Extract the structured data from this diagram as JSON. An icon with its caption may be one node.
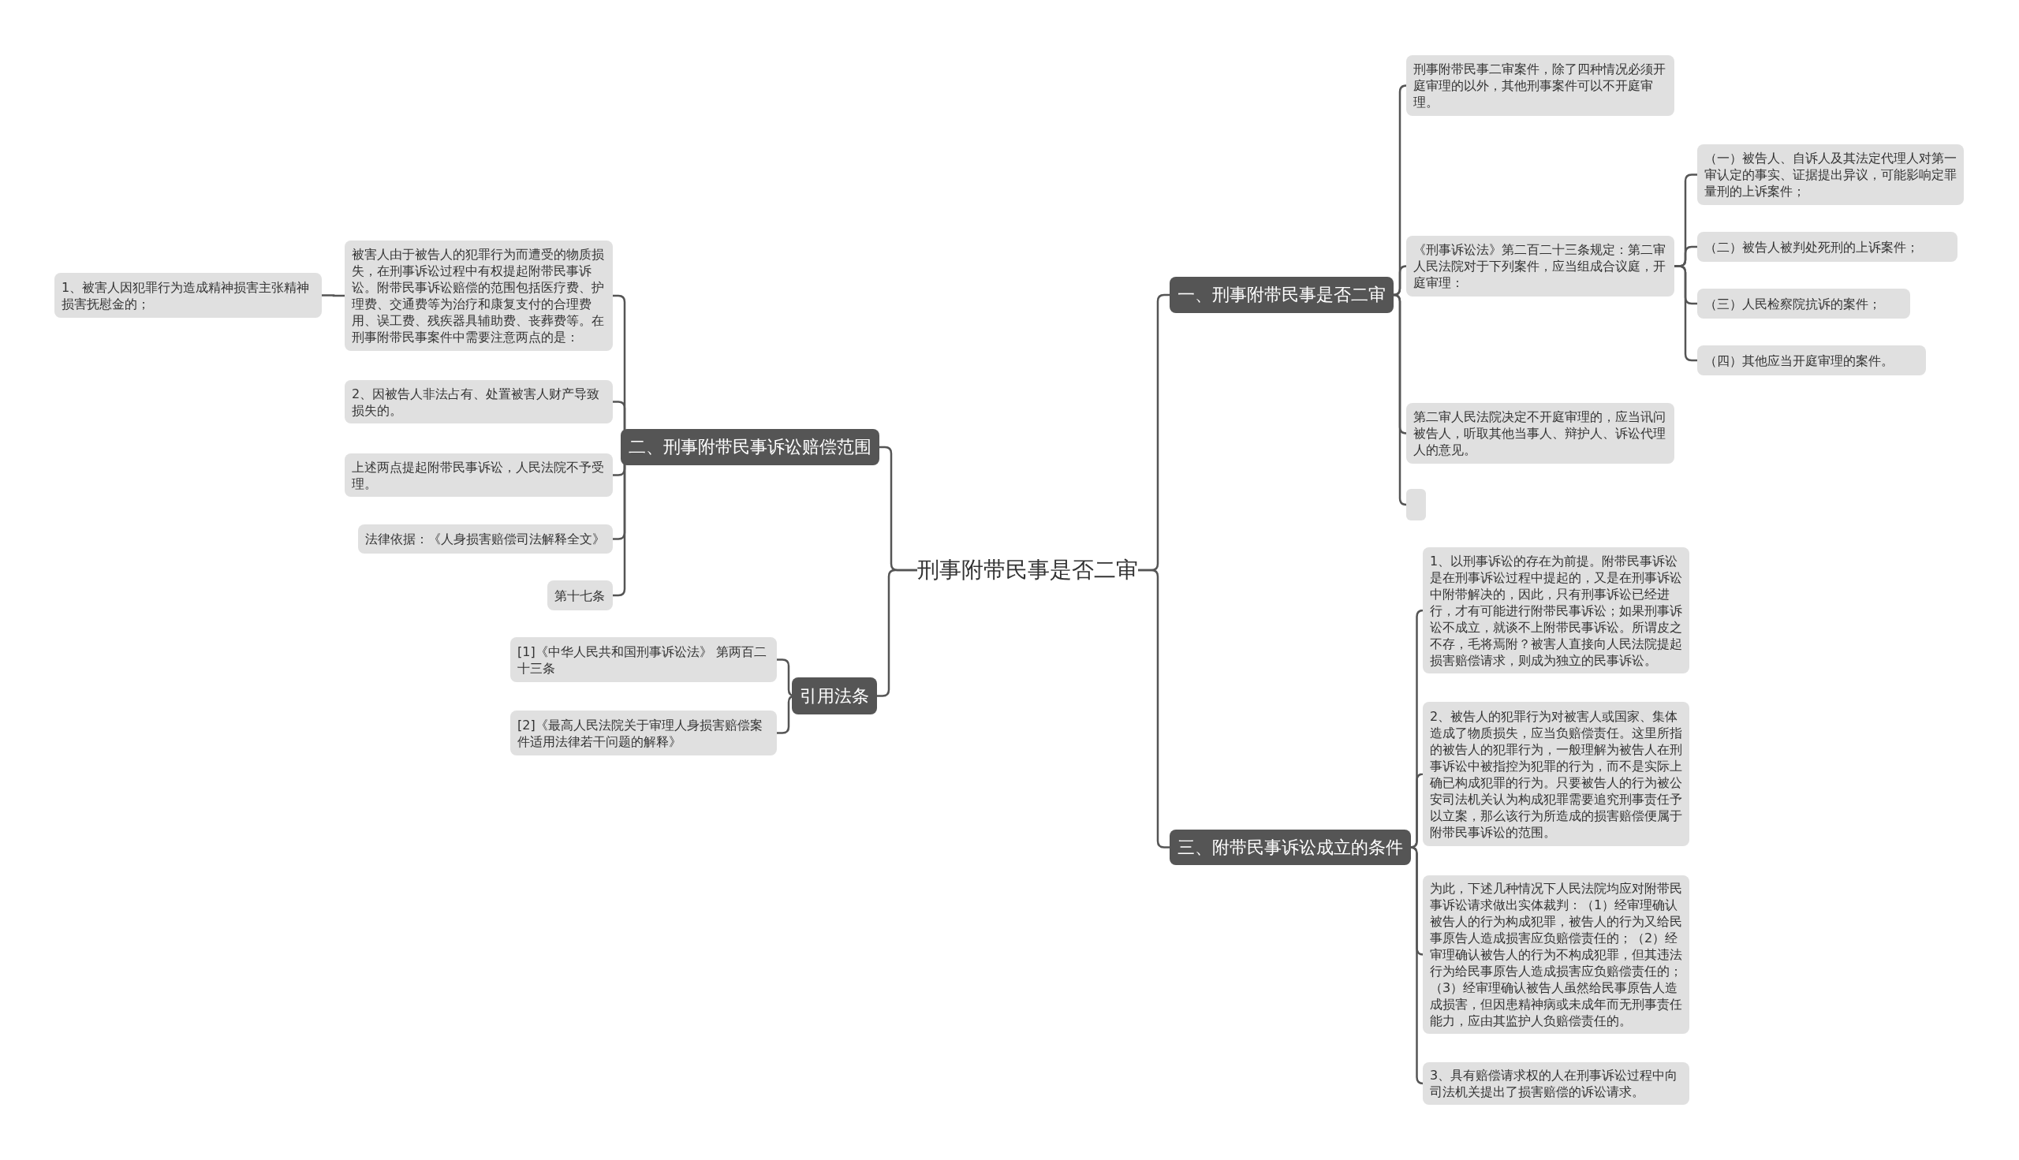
{
  "diagram": {
    "nodes": [
      {
        "text": [
          "刑事附带民事是否二审"
        ]
      },
      {
        "text": [
          "一、刑事附带民事是否二审"
        ]
      },
      {
        "text": [
          "刑事附带民事二审案件，除了四种情况必须开庭审理的以外，其他刑事案件可以不开庭审理。"
        ]
      },
      {
        "text": [
          "《刑事诉讼法》第二百二十三条规定：第二审人民法院对于下列案件，应当组成合议庭，开庭审理："
        ]
      },
      {
        "text": [
          "（一）被告人、自诉人及其法定代理人对第一审认定的事实、证据提出异议，可能影响定罪量刑的上诉案件；"
        ]
      },
      {
        "text": [
          "（二）被告人被判处死刑的上诉案件；"
        ]
      },
      {
        "text": [
          "（三）人民检察院抗诉的案件；"
        ]
      },
      {
        "text": [
          "（四）其他应当开庭审理的案件。"
        ]
      },
      {
        "text": [
          "第二审人民法院决定不开庭审理的，应当讯问被告人，听取其他当事人、辩护人、诉讼代理人的意见。"
        ]
      },
      {
        "text": [],
        "shape": "box"
      },
      {
        "text": [
          "三、附带民事诉讼成立的条件"
        ]
      },
      {
        "text": [
          "1、以刑事诉讼的存在为前提。附带民事诉讼是在刑事诉讼过程中提起的，又是在刑事诉讼中附带解决的，因此，只有刑事诉讼已经进行，才有可能进行附带民事诉讼；如果刑事诉讼不成立，就谈不上附带民事诉讼。所谓皮之不存，毛将焉附？被害人直接向人民法院提起损害赔偿请求，则成为独立的民事诉讼。"
        ]
      },
      {
        "text": [
          "2、被告人的犯罪行为对被害人或国家、集体造成了物质损失，应当负赔偿责任。这里所指的被告人的犯罪行为，一般理解为被告人在刑事诉讼中被指控为犯罪的行为，而不是实际上确已构成犯罪的行为。只要被告人的行为被公安司法机关认为构成犯罪需要追究刑事责任予以立案，那么该行为所造成的损害赔偿便属于附带民事诉讼的范围。"
        ]
      },
      {
        "text": [
          "为此，下述几种情况下人民法院均应对附带民事诉讼请求做出实体裁判：（1）经审理确认被告人的行为构成犯罪，被告人的行为又给民事原告人造成损害应负赔偿责任的；（2）经审理确认被告人的行为不构成犯罪，但其违法行为给民事原告人造成损害应负赔偿责任的；（3）经审理确认被告人虽然给民事原告人造成损害，但因患精神病或未成年而无刑事责任能力，应由其监护人负赔偿责任的。"
        ]
      },
      {
        "text": [
          "3、具有赔偿请求权的人在刑事诉讼过程中向司法机关提出了损害赔偿的诉讼请求。"
        ]
      },
      {
        "text": [
          "二、刑事附带民事诉讼赔偿范围"
        ]
      },
      {
        "text": [
          "被害人由于被告人的犯罪行为而遭受的物质损失，在刑事诉讼过程中有权提起附带民事诉讼。附带民事诉讼赔偿的范围包括医疗费、护理费、交通费等为治疗和康复支付的合理费用、误工费、残疾器具辅助费、丧葬费等。在刑事附带民事案件中需要注意两点的是："
        ]
      },
      {
        "text": [
          "1、被害人因犯罪行为造成精神损害主张精神损害抚慰金的；"
        ]
      },
      {
        "text": [
          "2、因被告人非法占有、处置被害人财产导致损失的。"
        ]
      },
      {
        "text": [
          "上述两点提起附带民事诉讼，人民法院不予受理。"
        ]
      },
      {
        "text": [
          "法律依据：《人身损害赔偿司法解释全文》"
        ]
      },
      {
        "text": [
          "第十七条"
        ]
      },
      {
        "text": [
          "引用法条"
        ]
      },
      {
        "text": [
          "[1]《中华人民共和国刑事诉讼法》 第两百二十三条"
        ]
      },
      {
        "text": [
          "[2]《最高人民法院关于审理人身损害赔偿案件适用法律若干问题的解释》"
        ]
      }
    ],
    "edges": [
      {
        "from": 0,
        "to": 1,
        "arrow": "none"
      },
      {
        "from": 1,
        "to": 2,
        "arrow": "none"
      },
      {
        "from": 1,
        "to": 3,
        "arrow": "none"
      },
      {
        "from": 3,
        "to": 4,
        "arrow": "none"
      },
      {
        "from": 3,
        "to": 5,
        "arrow": "none"
      },
      {
        "from": 3,
        "to": 6,
        "arrow": "none"
      },
      {
        "from": 3,
        "to": 7,
        "arrow": "none"
      },
      {
        "from": 1,
        "to": 8,
        "arrow": "none"
      },
      {
        "from": 1,
        "to": 9,
        "arrow": "none"
      },
      {
        "from": 0,
        "to": 10,
        "arrow": "none"
      },
      {
        "from": 10,
        "to": 11,
        "arrow": "none"
      },
      {
        "from": 10,
        "to": 12,
        "arrow": "none"
      },
      {
        "from": 10,
        "to": 13,
        "arrow": "none"
      },
      {
        "from": 10,
        "to": 14,
        "arrow": "none"
      },
      {
        "from": 0,
        "to": 15,
        "arrow": "none"
      },
      {
        "from": 15,
        "to": 16,
        "arrow": "none"
      },
      {
        "from": 16,
        "to": 17,
        "arrow": "none"
      },
      {
        "from": 15,
        "to": 18,
        "arrow": "none"
      },
      {
        "from": 15,
        "to": 19,
        "arrow": "none"
      },
      {
        "from": 15,
        "to": 20,
        "arrow": "none"
      },
      {
        "from": 15,
        "to": 21,
        "arrow": "none"
      },
      {
        "from": 0,
        "to": 22,
        "arrow": "none"
      },
      {
        "from": 22,
        "to": 23,
        "arrow": "none"
      },
      {
        "from": 22,
        "to": 24,
        "arrow": "none"
      }
    ]
  }
}
